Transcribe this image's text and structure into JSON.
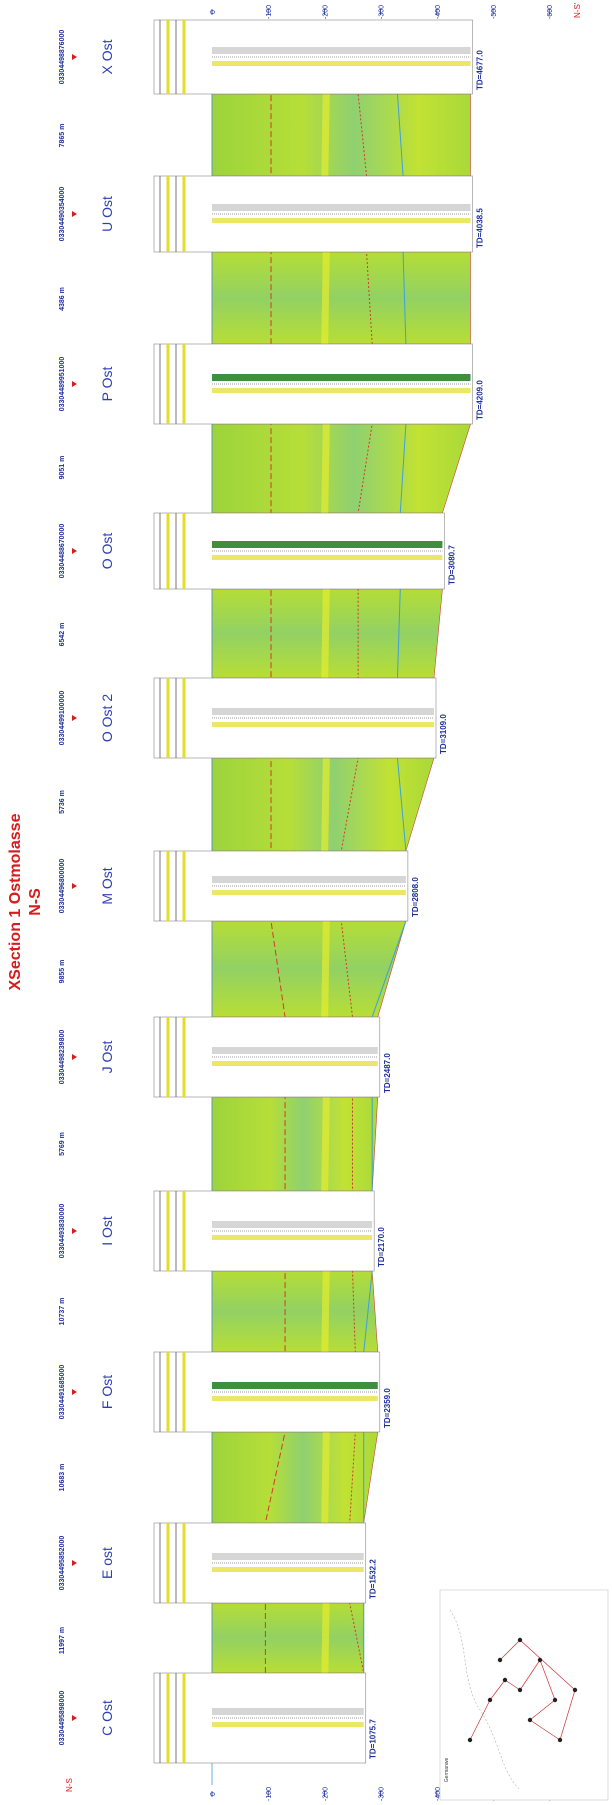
{
  "title": "XSection 1 Ostmolasse",
  "subtitle": "N-S",
  "direction": {
    "left": "N-S",
    "right": "N-S'"
  },
  "depth_axis": {
    "top_ticks": [
      "0",
      "-100",
      "-200",
      "-300",
      "-400",
      "-500",
      "-600"
    ],
    "bottom_ticks": [
      "0",
      "-100",
      "-200",
      "-300",
      "-400",
      "-500",
      "-600"
    ]
  },
  "wells": [
    {
      "name": "C Ost",
      "uwi": "03304495898000",
      "td": "TD=1075.7"
    },
    {
      "name": "E ost",
      "uwi": "03304495852000",
      "td": "TD=1532.2"
    },
    {
      "name": "F Ost",
      "uwi": "03304491685000",
      "td": "TD=2359.0"
    },
    {
      "name": "I Ost",
      "uwi": "03304493830000",
      "td": "TD=2170.0"
    },
    {
      "name": "J Ost",
      "uwi": "03304498239800",
      "td": "TD=2487.0"
    },
    {
      "name": "M Ost",
      "uwi": "03304496800000",
      "td": "TD=2808.0"
    },
    {
      "name": "O Ost 2",
      "uwi": "03304499100000",
      "td": "TD=3109.0"
    },
    {
      "name": "O Ost",
      "uwi": "03304488670000",
      "td": "TD=3080.7"
    },
    {
      "name": "P Ost",
      "uwi": "03304489951000",
      "td": "TD=4209.0"
    },
    {
      "name": "U Ost",
      "uwi": "03304490354000",
      "td": "TD=4038.5"
    },
    {
      "name": "X Ost",
      "uwi": "03304498876000",
      "td": "TD=4677.0"
    }
  ],
  "distances": [
    "11997 m",
    "10683 m",
    "10737 m",
    "5769 m",
    "9855 m",
    "5736 m",
    "6542 m",
    "9051 m",
    "4386 m",
    "7865 m"
  ],
  "map_inset": {
    "label": "Germanwe"
  },
  "colors": {
    "title": "#d81b1b",
    "well_name": "#2b3fb5",
    "td": "#1d2f9e",
    "uwi": "#1d2f9e",
    "axis": "#1d2f9e",
    "panel_green": "#a6d83a",
    "panel_yellow": "#e8ee2c",
    "horizon_red": "#d33a2c",
    "horizon_blue": "#3fa0d8",
    "log_green": "#1f7a1f",
    "log_yellow": "#e4dc2a"
  }
}
